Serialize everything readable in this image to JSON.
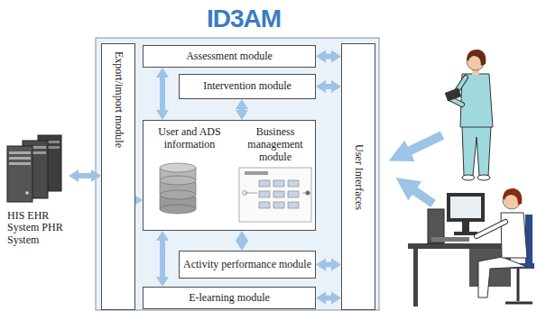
{
  "diagram": {
    "title": "ID3AM",
    "nodes": [
      {
        "text": [
          "Export/import module"
        ]
      },
      {
        "text": [
          "Assessment module"
        ]
      },
      {
        "text": [
          "Intervention module"
        ]
      },
      {
        "text": [
          "User and ADS information",
          "Business management module"
        ]
      },
      {
        "text": [
          "Activity performance module"
        ]
      },
      {
        "text": [
          "E-learning module"
        ]
      },
      {
        "text": [
          "User Interfaces"
        ]
      },
      {
        "text": [
          "HIS EHR System PHR System"
        ]
      }
    ],
    "edges": [
      {
        "from": 7,
        "to": 0,
        "arrow": "both"
      },
      {
        "from": 0,
        "to": 3,
        "arrow": "to"
      },
      {
        "from": 1,
        "to": 6,
        "arrow": "both"
      },
      {
        "from": 2,
        "to": 6,
        "arrow": "both"
      },
      {
        "from": 4,
        "to": 6,
        "arrow": "both"
      },
      {
        "from": 5,
        "to": 6,
        "arrow": "both"
      },
      {
        "from": 1,
        "to": 3,
        "arrow": "both"
      },
      {
        "from": 2,
        "to": 3,
        "arrow": "both"
      },
      {
        "from": 3,
        "to": 4,
        "arrow": "both"
      },
      {
        "from": 3,
        "to": 5,
        "arrow": "both"
      }
    ]
  }
}
